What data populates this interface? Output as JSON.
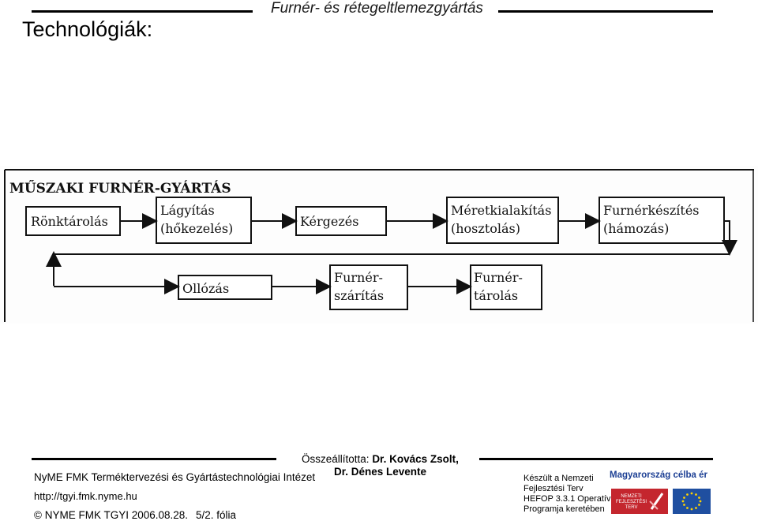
{
  "header": {
    "title": "Technológiák:",
    "subtitle": "Furnér- és rétegeltlemezgyártás"
  },
  "diagram": {
    "heading": "MŰSZAKI FURNÉR-GYÁRTÁS",
    "row1": [
      {
        "lines": [
          "Rönktárolás"
        ]
      },
      {
        "lines": [
          "Lágyítás",
          "(hőkezelés)"
        ]
      },
      {
        "lines": [
          "Kérgezés"
        ]
      },
      {
        "lines": [
          "Méretkialakítás",
          "(hosztolás)"
        ]
      },
      {
        "lines": [
          "Furnérkészítés",
          "(hámozás)"
        ]
      }
    ],
    "row2": [
      {
        "lines": [
          "Ollózás"
        ]
      },
      {
        "lines": [
          "Furnér-",
          "szárítás"
        ]
      },
      {
        "lines": [
          "Furnér-",
          "tárolás"
        ]
      }
    ]
  },
  "footer": {
    "compiled_label": "Összeállította:",
    "authors_line1": "Dr. Kovács Zsolt,",
    "authors_line2": "Dr. Dénes Levente",
    "institute": "NyME FMK Terméktervezési és Gyártástechnológiai Intézet",
    "url": "http://tgyi.fmk.nyme.hu",
    "copyright": "© NYME FMK TGYI 2006.08.28.",
    "slide": "5/2. fólia",
    "funding_lines": [
      "Készült a Nemzeti",
      "Fejlesztési Terv",
      "HEFOP 3.3.1 Operatív",
      "Programja keretében"
    ],
    "hu_logo_text": "Magyarország célba ér",
    "nft_logo_text": [
      "NEMZETI",
      "FEJLESZTÉSI",
      "TERV"
    ]
  },
  "colors": {
    "nft_red": "#c4262e",
    "eu_blue": "#1f4fa0",
    "eu_star": "#ffd200",
    "hu_blue": "#1c3f94"
  }
}
